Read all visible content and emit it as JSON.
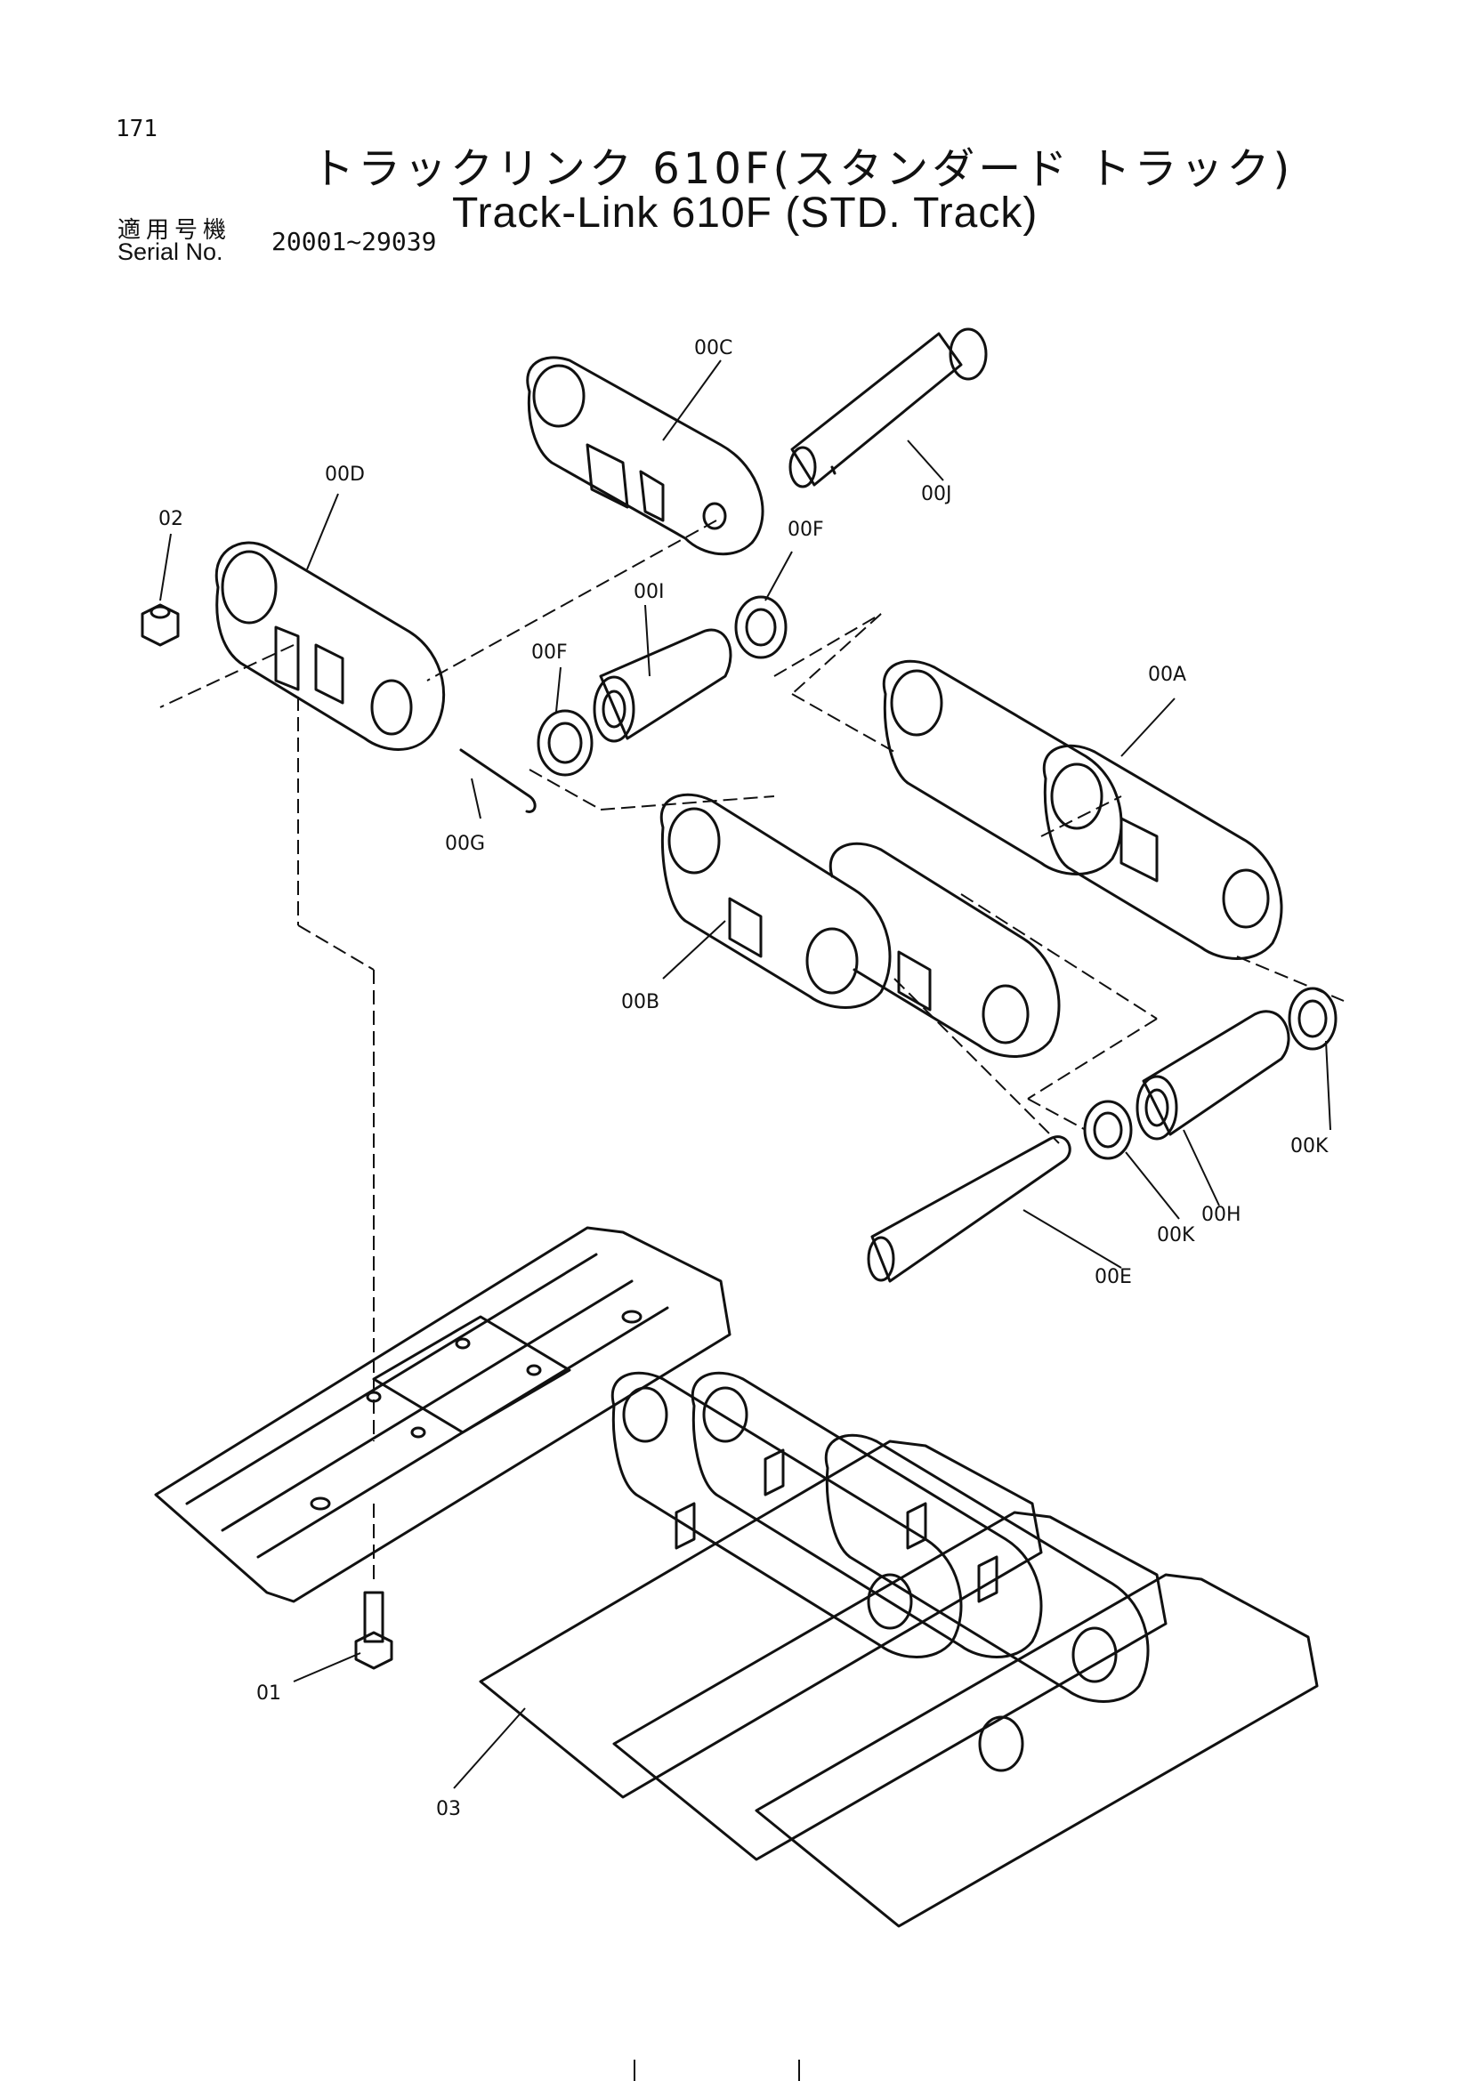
{
  "header": {
    "page_number": "171",
    "title_ja": "トラックリンク 610F(スタンダード トラック)",
    "serial_label_ja": "適用号機",
    "serial_label_en": "Serial No.",
    "serial_range": "20001~29039",
    "title_en": "Track-Link 610F (STD. Track)"
  },
  "callouts": {
    "p00C": "00C",
    "p00J": "00J",
    "p00D": "00D",
    "p02": "02",
    "p00F_a": "00F",
    "p00I": "00I",
    "p00F_b": "00F",
    "p00A": "00A",
    "p00G": "00G",
    "p00B": "00B",
    "p00K_a": "00K",
    "p00H": "00H",
    "p00K_b": "00K",
    "p00E": "00E",
    "p01": "01",
    "p03": "03"
  }
}
